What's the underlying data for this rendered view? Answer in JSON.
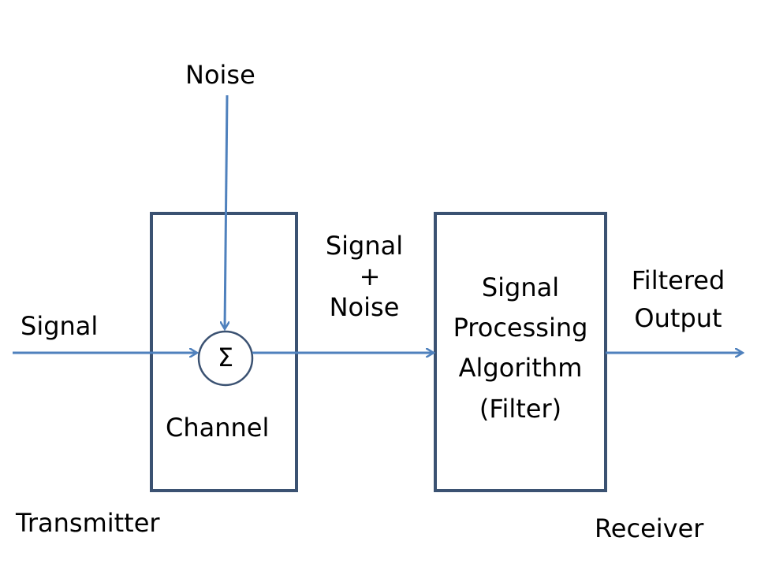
{
  "labels": {
    "noise_in": "Noise",
    "signal_in": "Signal",
    "sum_symbol": "Σ",
    "channel": "Channel",
    "mid_line1": "Signal",
    "mid_line2": "+",
    "mid_line3": "Noise",
    "filter_line1": "Signal",
    "filter_line2": "Processing",
    "filter_line3": "Algorithm",
    "filter_line4": "(Filter)",
    "output_line1": "Filtered",
    "output_line2": "Output",
    "transmitter": "Transmitter",
    "receiver": "Receiver"
  },
  "colors": {
    "arrow": "#4f81bd",
    "box_border": "#3b5272",
    "text": "#000000"
  }
}
